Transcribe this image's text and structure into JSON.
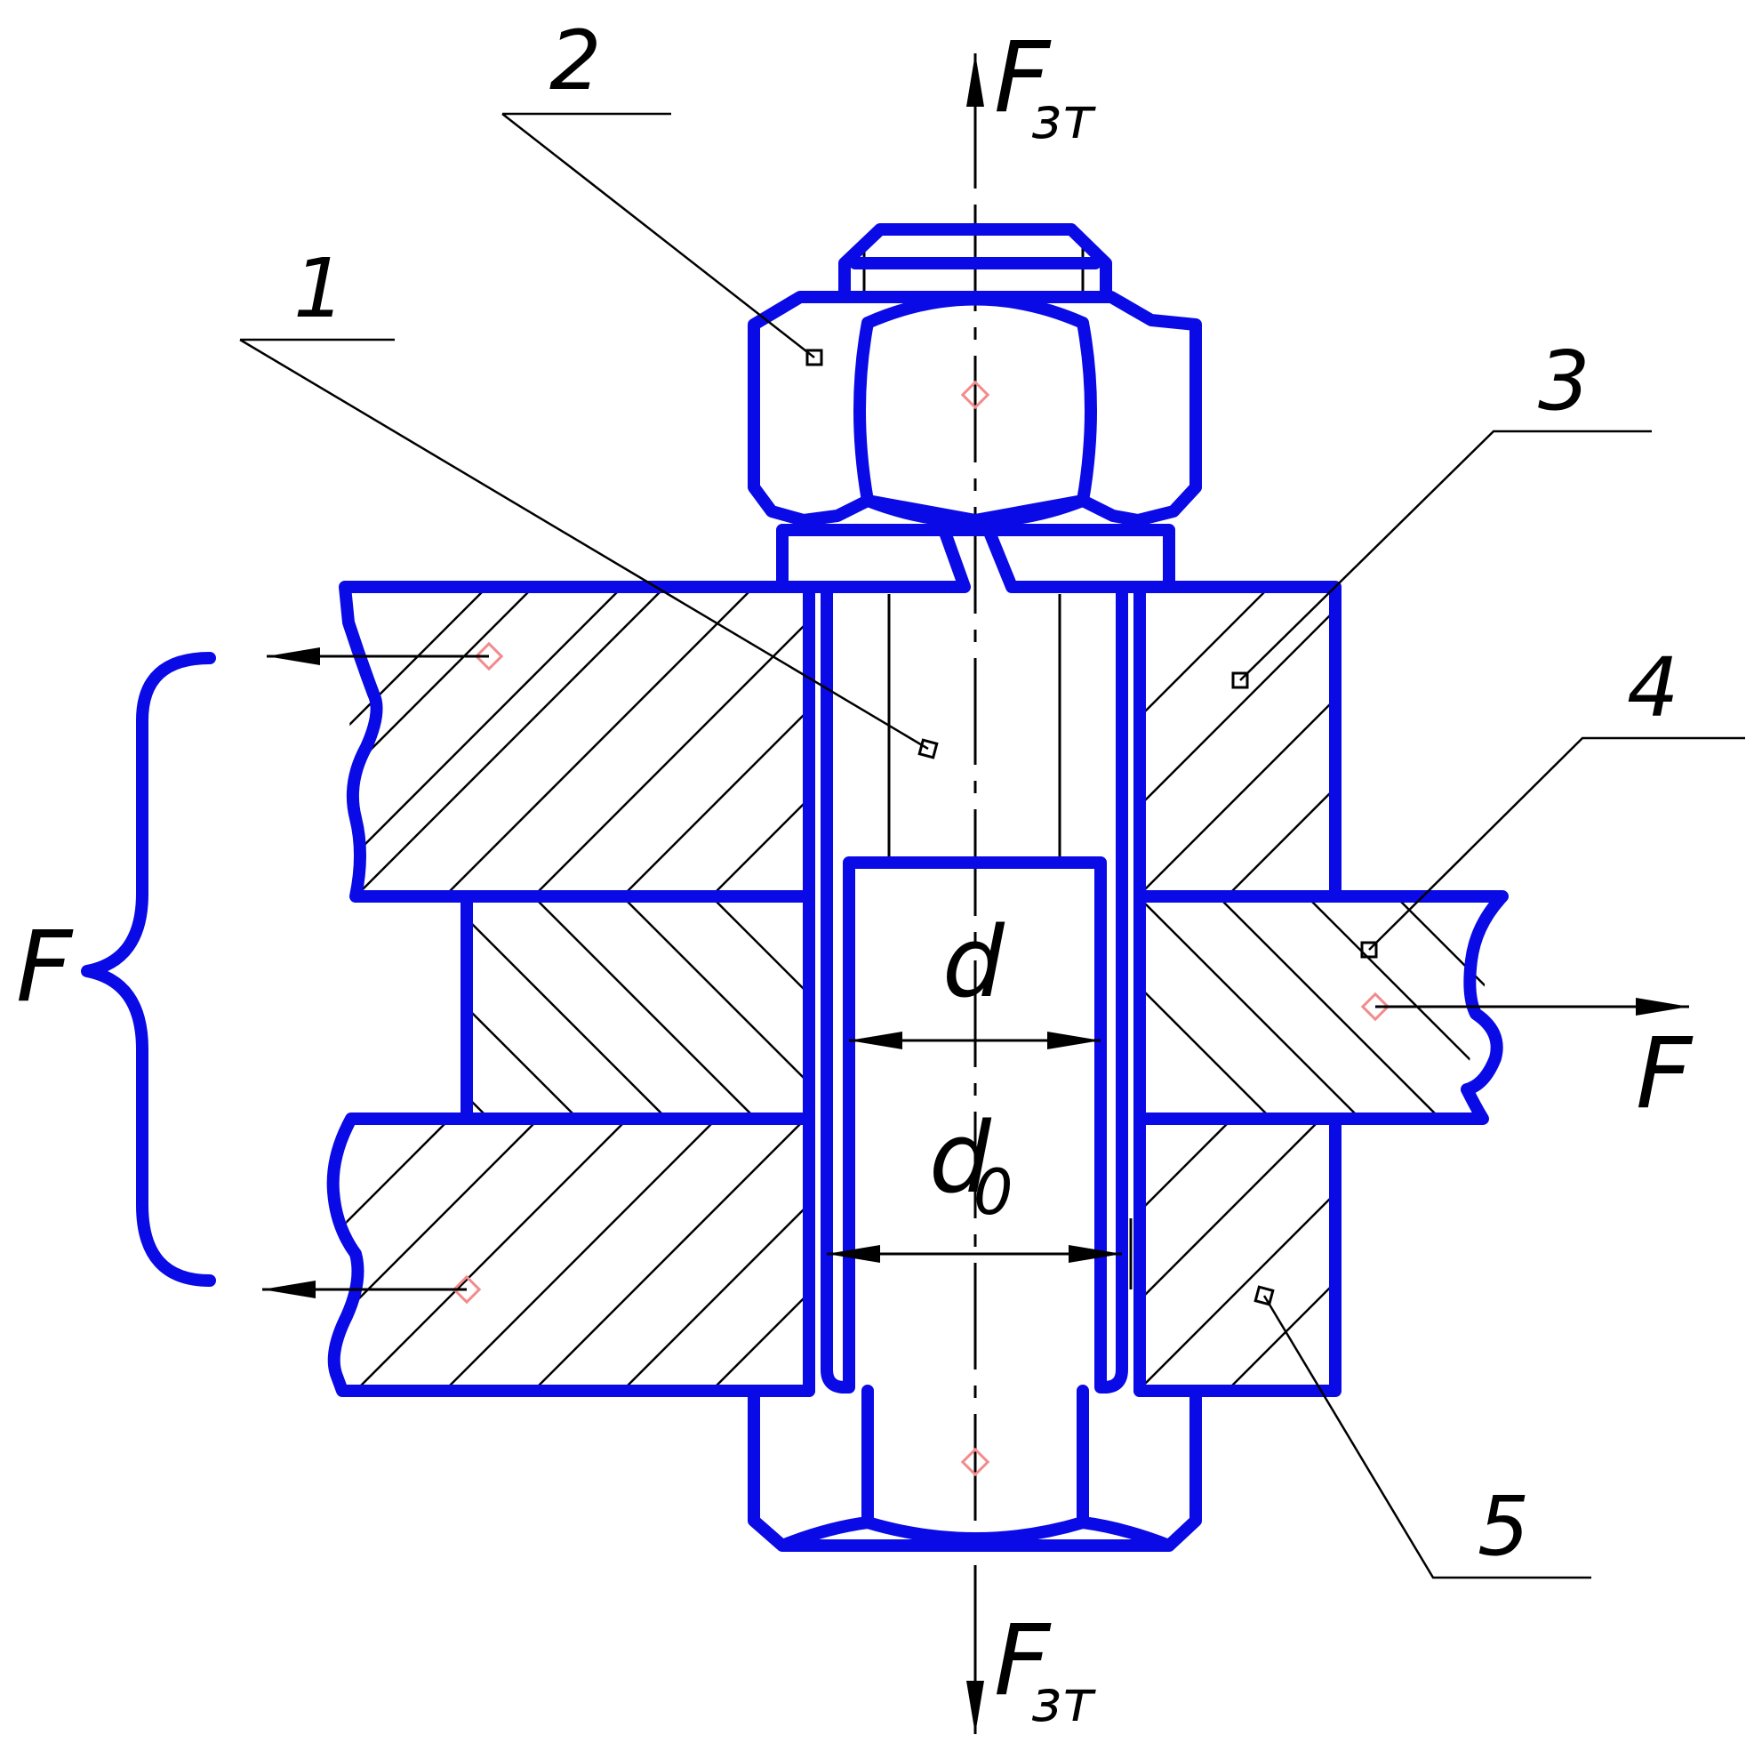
{
  "colors": {
    "outline": "#0a0ae6",
    "thin_line": "#000000",
    "marker": "#f28b8b",
    "background": "#ffffff"
  },
  "callouts": [
    "1",
    "2",
    "3",
    "4",
    "5"
  ],
  "forces": {
    "bolt_force_top": {
      "main": "F",
      "sub": "зт"
    },
    "bolt_force_bottom": {
      "main": "F",
      "sub": "зт"
    },
    "load_left": "F",
    "load_right": "F"
  },
  "dimensions": {
    "shank_diameter": "d",
    "hole_diameter": {
      "main": "d",
      "sub": "0"
    }
  }
}
